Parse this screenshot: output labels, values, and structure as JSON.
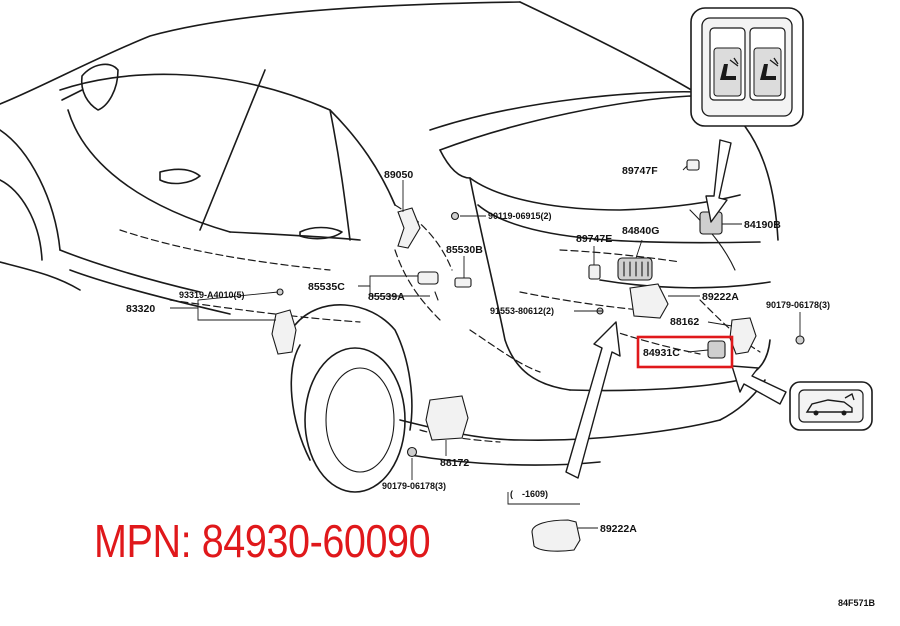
{
  "diagram": {
    "part_labels": {
      "p89050": "89050",
      "p90119": "90119-06915(2)",
      "p85530b": "85530B",
      "p85535c": "85535C",
      "p85539a": "85539A",
      "p93319": "93319-A4010(5)",
      "p83320": "83320",
      "p91553": "91553-80612(2)",
      "p89747f": "89747F",
      "p89747e": "89747E",
      "p84840g": "84840G",
      "p84190b": "84190B",
      "p89222a": "89222A",
      "p90179_r": "90179-06178(3)",
      "p88162": "88162",
      "p84931c": "84931C",
      "p88172": "88172",
      "p90179_b": "90179-06178(3)",
      "p1609": "(　-1609)",
      "p89222a_b": "89222A"
    },
    "mpn": "MPN: 84930-60090",
    "ref_code": "84F571B",
    "colors": {
      "highlight_box": "#e0181b",
      "mpn_text": "#e0181b",
      "line": "#1a1a1a"
    },
    "icons": {
      "seat_switch": "rear-seat-fold-switch-icon",
      "vehicle": "suv-rear-icon"
    }
  }
}
